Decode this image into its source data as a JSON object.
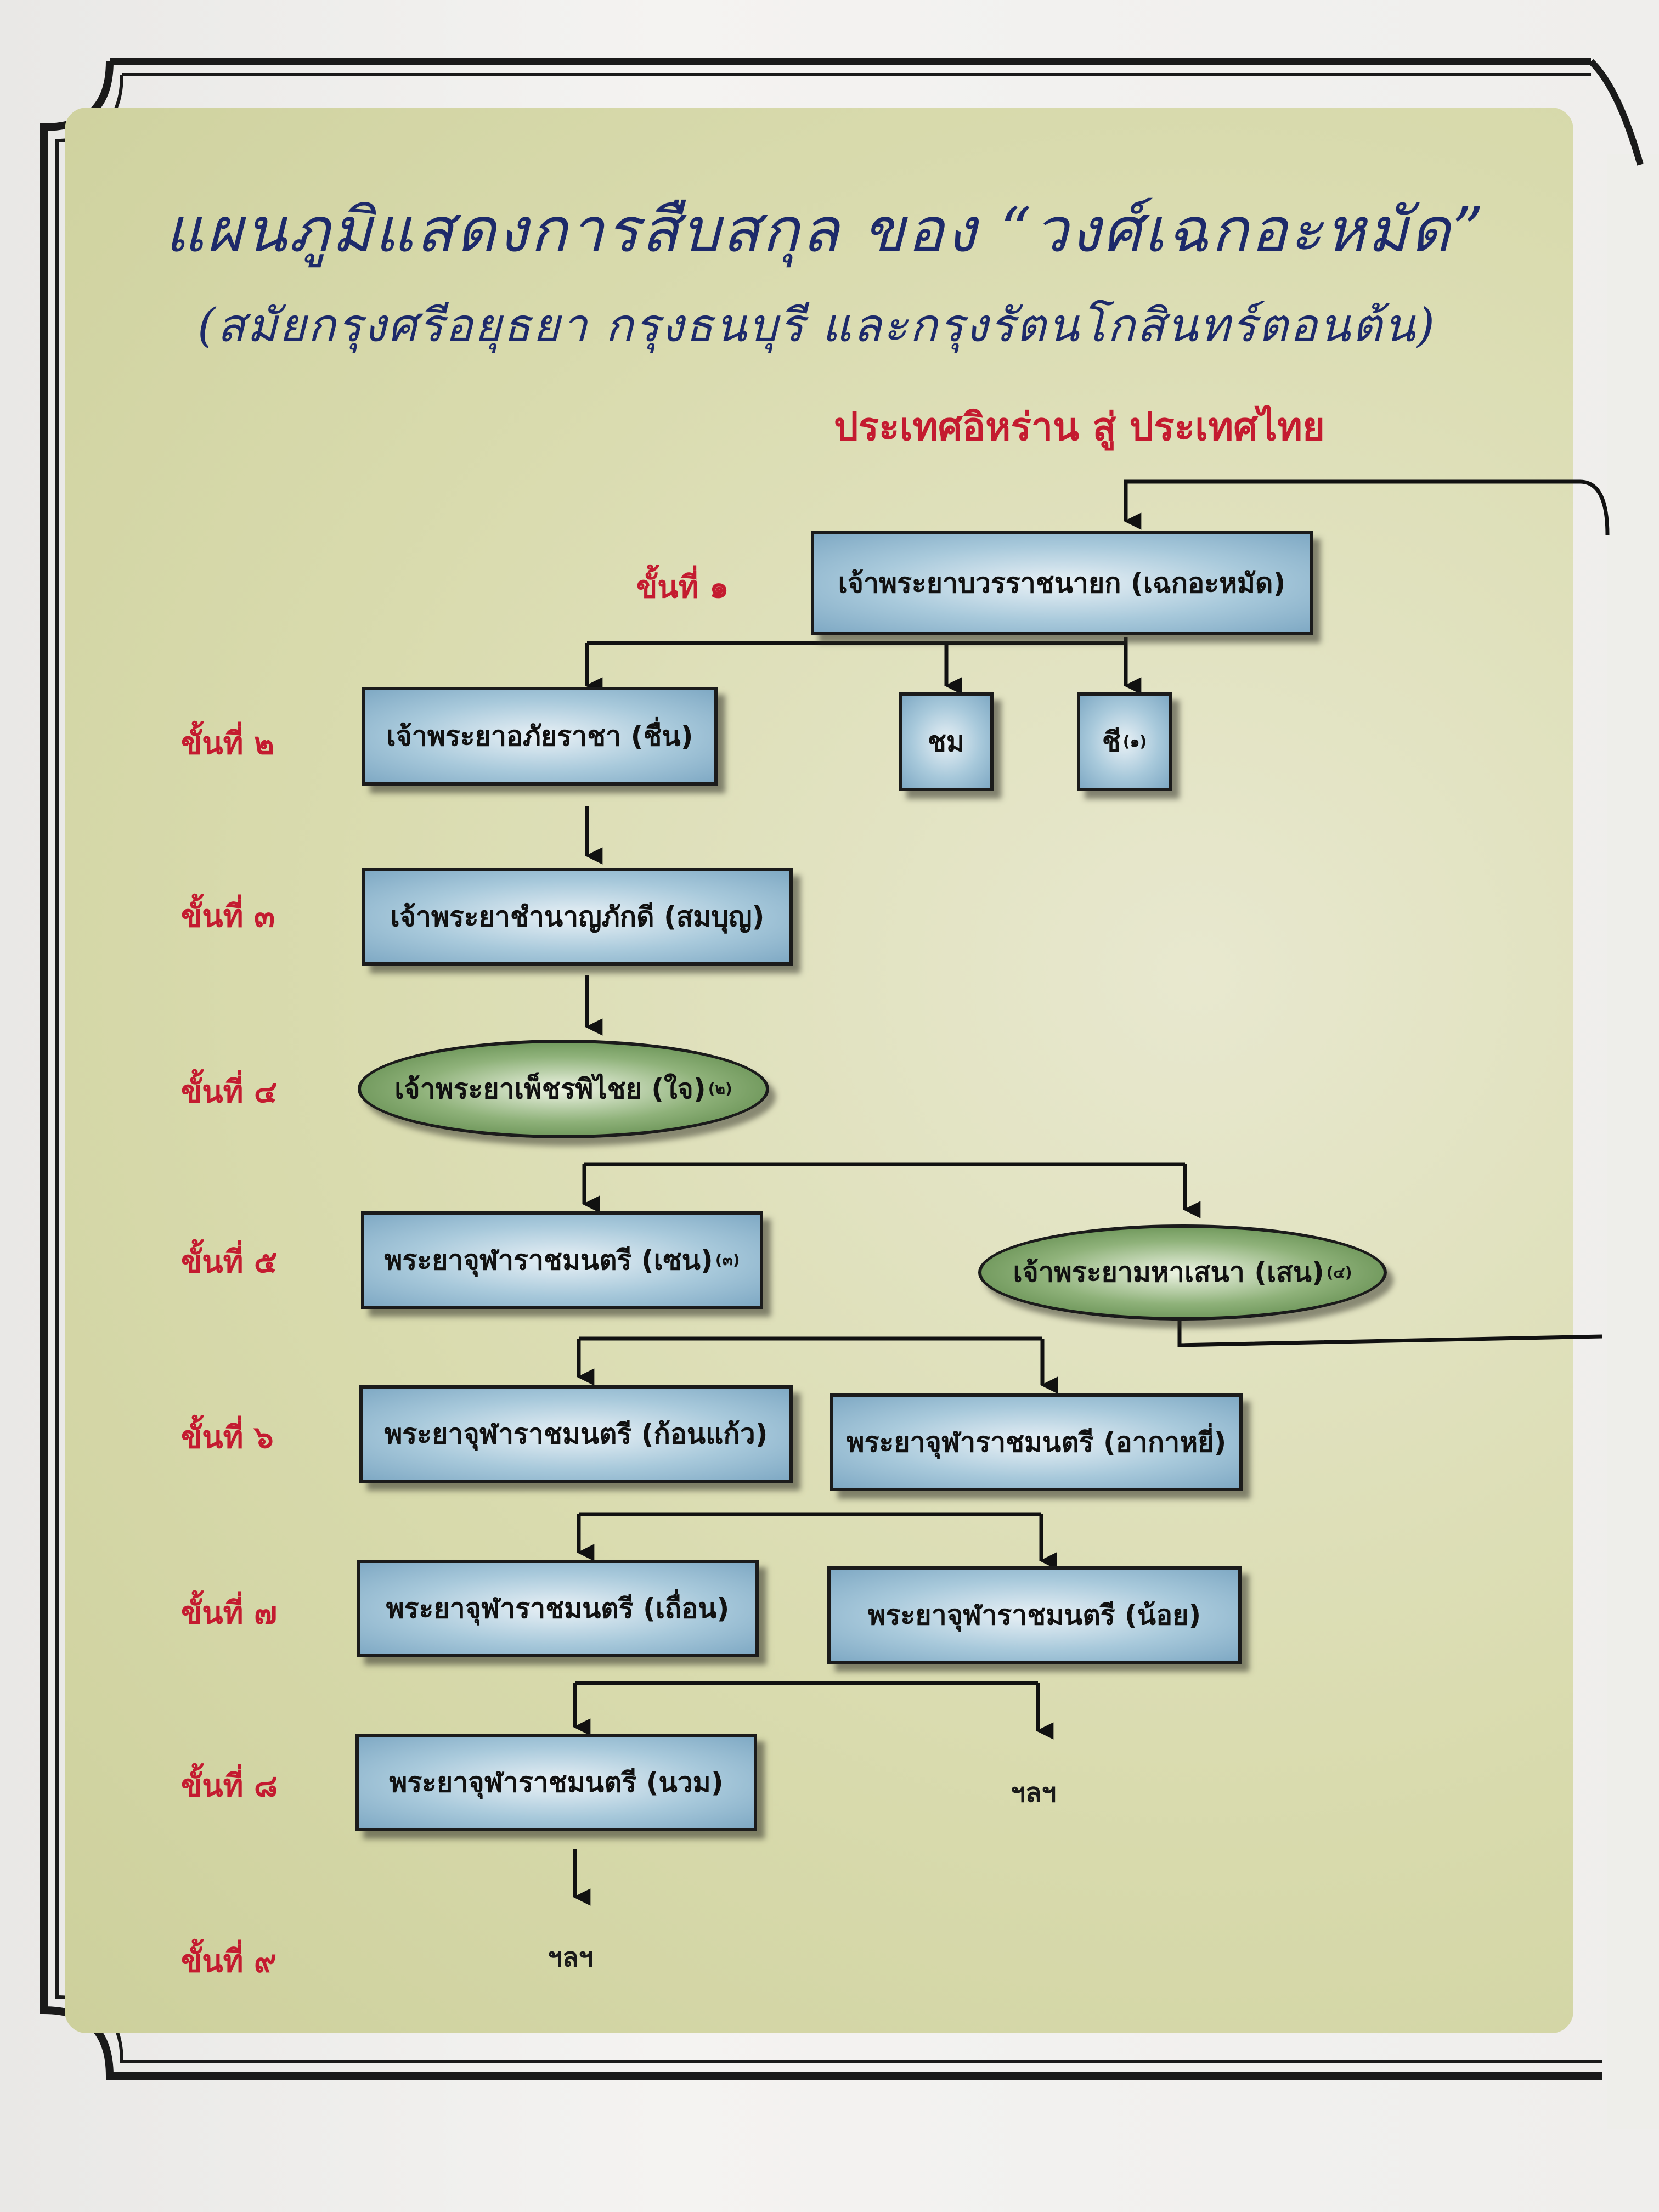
{
  "title": "แผนภูมิแสดงการสืบสกุล ของ “วงศ์เฉกอะหมัด”",
  "subtitle": "(สมัยกรุงศรีอยุธยา กรุงธนบุรี และกรุงรัตนโกสินทร์ตอนต้น)",
  "route": "ประเทศอิหร่าน สู่ ประเทศไทย",
  "steps": [
    "ขั้นที่ ๑",
    "ขั้นที่ ๒",
    "ขั้นที่ ๓",
    "ขั้นที่ ๔",
    "ขั้นที่ ๕",
    "ขั้นที่ ๖",
    "ขั้นที่ ๗",
    "ขั้นที่ ๘",
    "ขั้นที่ ๙"
  ],
  "nodes": {
    "n1": {
      "label": "เจ้าพระยาบวรราชนายก (เฉกอะหมัด)"
    },
    "n2a": {
      "label": "เจ้าพระยาอภัยราชา (ชื่น)"
    },
    "n2b": {
      "label": "ชม"
    },
    "n2c": {
      "label": "ชี",
      "note": "(๑)"
    },
    "n3": {
      "label": "เจ้าพระยาชำนาญภักดี (สมบุญ)"
    },
    "n4": {
      "label": "เจ้าพระยาเพ็ชรพิไชย (ใจ)",
      "note": "(๒)"
    },
    "n5a": {
      "label": "พระยาจุฬาราชมนตรี (เซน)",
      "note": "(๓)"
    },
    "n5b": {
      "label": "เจ้าพระยามหาเสนา (เสน)",
      "note": "(๔)"
    },
    "n6a": {
      "label": "พระยาจุฬาราชมนตรี (ก้อนแก้ว)"
    },
    "n6b": {
      "label": "พระยาจุฬาราชมนตรี (อากาหยี่)"
    },
    "n7a": {
      "label": "พระยาจุฬาราชมนตรี (เถื่อน)"
    },
    "n7b": {
      "label": "พระยาจุฬาราชมนตรี (น้อย)"
    },
    "n8a": {
      "label": "พระยาจุฬาราชมนตรี (นวม)"
    },
    "n8b": {
      "label": "ฯลฯ"
    },
    "n9": {
      "label": "ฯลฯ"
    }
  },
  "colors": {
    "panel": "#d9dbae",
    "box": "#a8c9db",
    "oval": "#6f9a58",
    "step_label": "#c41b30",
    "title": "#1d2a6a"
  }
}
